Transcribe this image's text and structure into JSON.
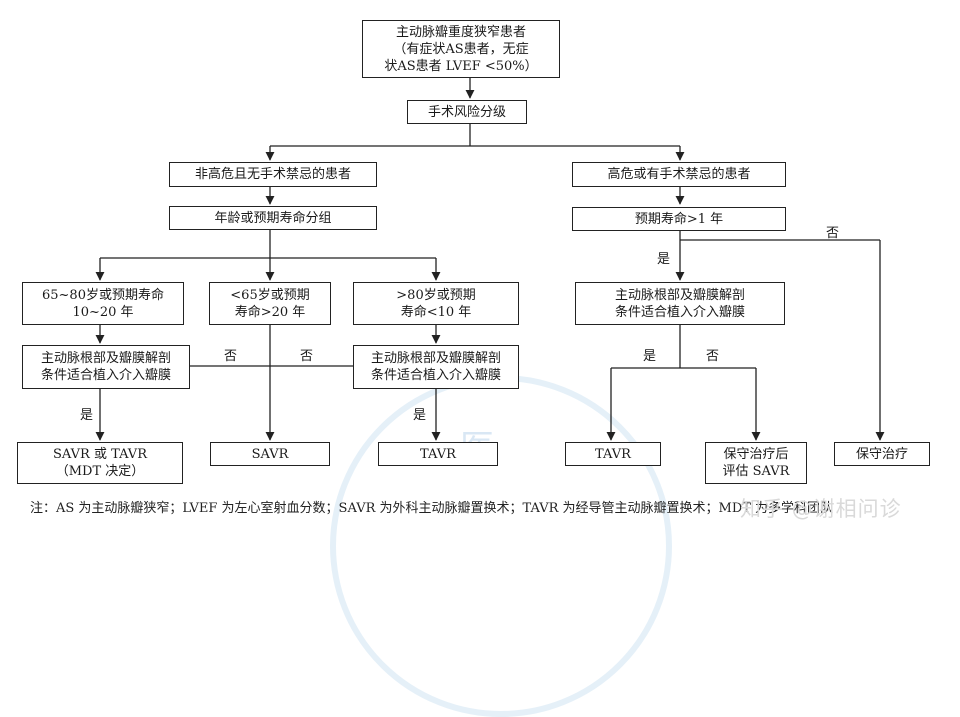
{
  "boxes": {
    "root": "主动脉瓣重度狭窄患者\n（有症状AS患者，无症\n状AS患者 LVEF <50%）",
    "risk": "手术风险分级",
    "low_risk": "非高危且无手术禁忌的患者",
    "high_risk": "高危或有手术禁忌的患者",
    "age_group": "年龄或预期寿命分组",
    "life_exp": "预期寿命>1 年",
    "age_65_80": "65~80岁或预期寿命\n10~20 年",
    "age_lt65": "<65岁或预期\n寿命>20 年",
    "age_gt80": ">80岁或预期\n寿命<10 年",
    "anat_left": "主动脉根部及瓣膜解剖\n条件适合植入介入瓣膜",
    "anat_mid": "主动脉根部及瓣膜解剖\n条件适合植入介入瓣膜",
    "anat_right": "主动脉根部及瓣膜解剖\n条件适合植入介入瓣膜",
    "savr_or_tavr": "SAVR 或 TAVR\n（MDT 决定）",
    "savr": "SAVR",
    "tavr_mid": "TAVR",
    "tavr_right": "TAVR",
    "conservative_eval": "保守治疗后\n评估 SAVR",
    "conservative": "保守治疗"
  },
  "labels": {
    "yes_left": "是",
    "no_left": "否",
    "no_mid": "否",
    "yes_mid": "是",
    "no_life": "否",
    "yes_life": "是",
    "yes_right": "是",
    "no_right": "否"
  },
  "note": "注：AS 为主动脉瓣狭窄；LVEF 为左心室射血分数；SAVR 为外科主动脉瓣置换术；TAVR 为经导管主动脉瓣置换术；MDT 为多学科团队",
  "watermark": "知乎 @谢相问诊",
  "colors": {
    "line": "#222222",
    "watermark": "#cfe3f3"
  }
}
